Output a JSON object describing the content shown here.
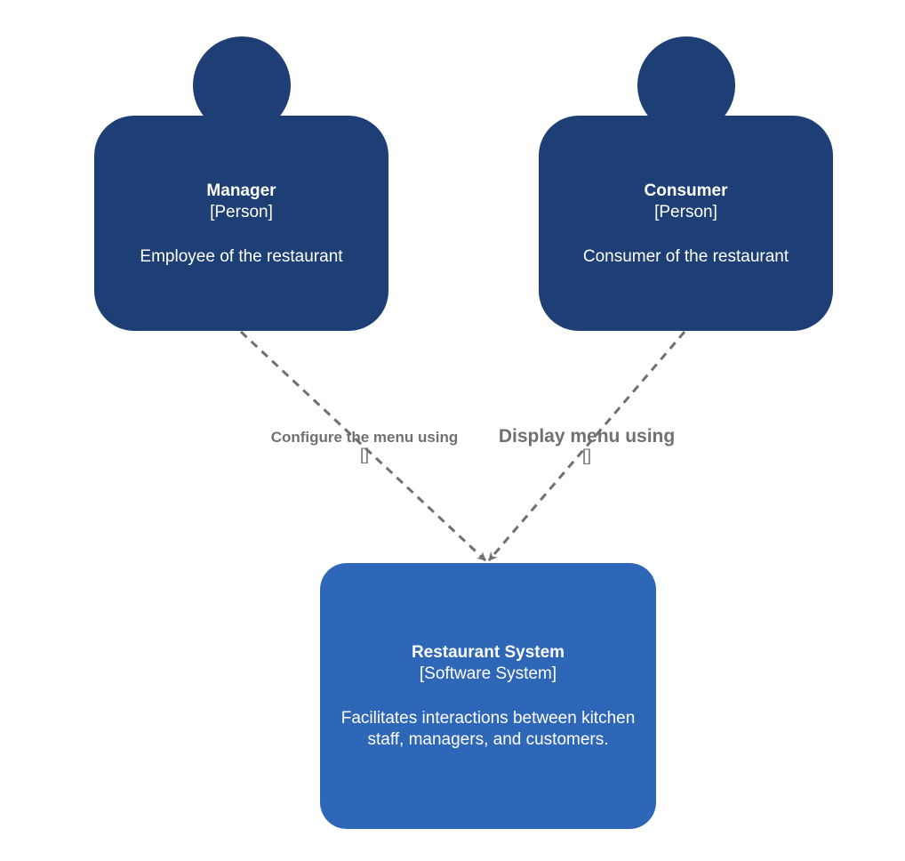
{
  "elements": {
    "manager": {
      "name": "Manager",
      "kind": "[Person]",
      "description": "Employee of the restaurant"
    },
    "consumer": {
      "name": "Consumer",
      "kind": "[Person]",
      "description": "Consumer of the restaurant"
    },
    "system": {
      "name": "Restaurant System",
      "kind": "[Software System]",
      "description": "Facilitates interactions between kitchen staff, managers, and customers."
    }
  },
  "relationships": [
    {
      "from": "manager",
      "to": "system",
      "label": "Configure the menu using",
      "technology": "[]"
    },
    {
      "from": "consumer",
      "to": "system",
      "label": "Display menu using",
      "technology": "[]"
    }
  ],
  "colors": {
    "person": "#1d3f75",
    "software_system": "#2f67b8",
    "relationship": "#707070",
    "text": "#ffffff"
  }
}
